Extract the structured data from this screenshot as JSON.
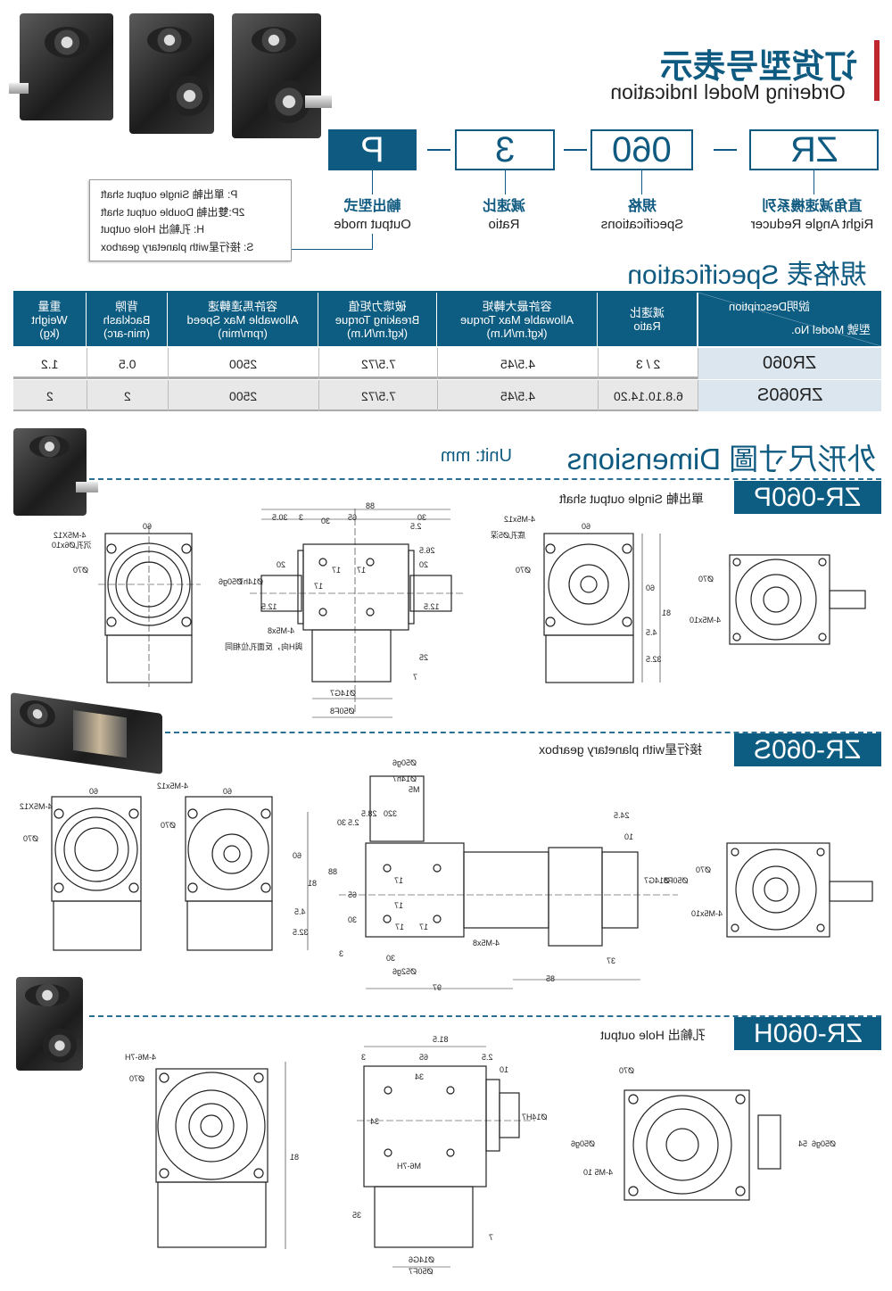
{
  "header": {
    "title_cn": "订货型号表示",
    "title_en": "Ordering Model Indication"
  },
  "code": {
    "boxes": [
      "ZR",
      "060",
      "3",
      "P"
    ],
    "labels": [
      {
        "cn": "直角減速機系列",
        "en": "Right Angle Reducer"
      },
      {
        "cn": "規格",
        "en": "Specifications"
      },
      {
        "cn": "減速比",
        "en": "Ratio"
      },
      {
        "cn": "輸出型式",
        "en": "Output mode"
      }
    ],
    "legend": [
      "P: 單出軸 Single output shaft",
      "2P:雙出軸 Double output shaft",
      "H: 孔輸出 Hole output",
      "S: 接行星with planetary gearbox"
    ]
  },
  "spec": {
    "title": "規格表 Specification",
    "header_desc": "說明Description",
    "header_model": "型號 Model No.",
    "columns": [
      [
        "減速比",
        "Ratio"
      ],
      [
        "容許最大轉矩",
        "Allowable Max Torque",
        "(kgf.m/N.m)"
      ],
      [
        "破壞力矩值",
        "Breaking Torque",
        "(kgf.m/N.m)"
      ],
      [
        "容許馬達轉速",
        "Allowable Max Speed",
        "(rpm/min)"
      ],
      [
        "背隙",
        "Backlash",
        "(min-arc)"
      ],
      [
        "重量",
        "Weight",
        "(kg)"
      ]
    ],
    "rows": [
      {
        "model": "ZR060",
        "values": [
          "2 / 3",
          "4.5/45",
          "7.5/72",
          "2500",
          "0.5",
          "1.2"
        ]
      },
      {
        "model": "ZR060S",
        "values": [
          "6.8.10.14.20",
          "4.5/45",
          "7.5/72",
          "2500",
          "2",
          "2"
        ]
      }
    ]
  },
  "dimensions": {
    "title": "外形尺寸圖 Dimensions",
    "unit": "Unit: mm",
    "sections": [
      {
        "badge": "ZR-060P",
        "subtitle": "單出軸 Single output shaft",
        "labels": [
          "60",
          "4-M5X12",
          "沉孔Ø6x10",
          "Ø70",
          "88",
          "65",
          "30",
          "30.5",
          "3",
          "30",
          "2.5",
          "26.5",
          "20",
          "20",
          "17",
          "17",
          "17",
          "12.5",
          "12.5",
          "4-M5x8",
          "與H向，反面孔位相同",
          "Ø50g6",
          "Ø14h7",
          "Ø14G7",
          "Ø50F8",
          "25",
          "7",
          "60",
          "4-M5x12",
          "底孔Ø5深",
          "Ø70",
          "60",
          "81",
          "4.5",
          "32.5",
          "Ø70",
          "4-M5x10"
        ]
      },
      {
        "badge": "ZR-060S",
        "subtitle": "接行星with planetary gearbox",
        "labels": [
          "60",
          "4-M5X12",
          "Ø70",
          "60",
          "4-M5x12",
          "Ø70",
          "60",
          "81",
          "4.5",
          "32.5",
          "Ø50g6",
          "Ø14h7",
          "M5",
          "320",
          "28.5",
          "30",
          "2.5",
          "88",
          "65",
          "30",
          "3",
          "17",
          "17",
          "17",
          "17",
          "4-M5x8",
          "30",
          "Ø52g6",
          "97",
          "85",
          "37",
          "24.5",
          "10",
          "Ø14G7",
          "Ø50F8",
          "Ø70",
          "4-M5x10"
        ]
      },
      {
        "badge": "ZR-060H",
        "subtitle": "孔輸出 Hole output",
        "labels": [
          "4-M6-7H",
          "Ø70",
          "81",
          "81.5",
          "3",
          "65",
          "2.5",
          "10",
          "34",
          "34",
          "M6-7H",
          "Ø14H7",
          "35",
          "7",
          "Ø14G6",
          "Ø50F7",
          "Ø70",
          "Ø50g6",
          "Ø50g6",
          "4-M5 10",
          "54"
        ]
      }
    ]
  },
  "colors": {
    "brand": "#0f5a80",
    "accent_bar": "#c0262d",
    "table_header": "#0d5c82",
    "model_cell": "#dce6ef"
  }
}
